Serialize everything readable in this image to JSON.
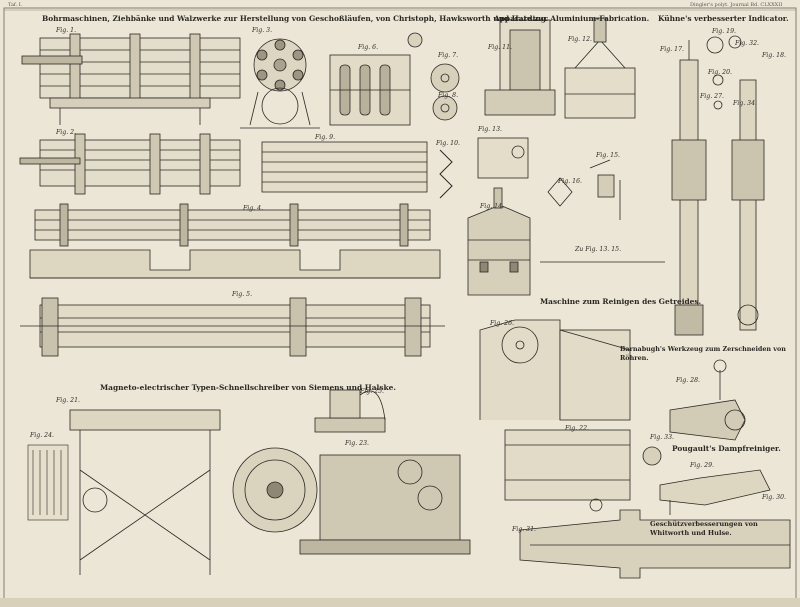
{
  "plate": {
    "header": "Dingler's polyt. Journal Bd. CLXXXII",
    "header_left": "Taf. I."
  },
  "sections": {
    "bohrmaschinen": "Bohrmaschinen, Ziehbänke und Walzwerke zur Herstellung von Geschoßläufen, von Christoph, Hawksworth und Harding.",
    "aluminium": "Apparate zur Aluminium-Fabrication.",
    "indikator": "Kühne's verbesserter Indicator.",
    "reinigen": "Maschine zum Reinigen des Getreides.",
    "barnabugh": "Barnabugh's Werkzeug zum Zerschneiden von Röhren.",
    "telegraph": "Magneto-electrischer Typen-Schnellschreiber von Siemens und Halske.",
    "dampf": "Pougault's Dampfreiniger.",
    "geschuetz": "Geschützverbesserungen von Whitworth und Hulse."
  },
  "figures": {
    "f1": "Fig. 1.",
    "f2": "Fig. 2.",
    "f3": "Fig. 3.",
    "f4": "Fig. 4.",
    "f5": "Fig. 5.",
    "f6": "Fig. 6.",
    "f7": "Fig. 7.",
    "f8": "Fig. 8.",
    "f9": "Fig. 9.",
    "f10": "Fig. 10.",
    "f11": "Fig. 11.",
    "f12": "Fig. 12.",
    "f13": "Fig. 13.",
    "f14": "Fig. 14.",
    "f15": "Fig. 15.",
    "f16": "Fig. 16.",
    "f17": "Fig. 17.",
    "f18": "Fig. 18.",
    "f19": "Fig. 19.",
    "f20": "Fig. 20.",
    "f21": "Fig. 21.",
    "f22": "Fig. 22.",
    "f23": "Fig. 23.",
    "f24": "Fig. 24.",
    "f25": "Fig. 25.",
    "f26": "Fig. 26.",
    "f27": "Fig. 27.",
    "f28": "Fig. 28.",
    "f29": "Fig. 29.",
    "f30": "Fig. 30.",
    "f31": "Fig. 31.",
    "f32": "Fig. 32.",
    "f33": "Fig. 33.",
    "f34": "Fig. 34."
  },
  "scale_label": "Zu Fig. 13. 15."
}
